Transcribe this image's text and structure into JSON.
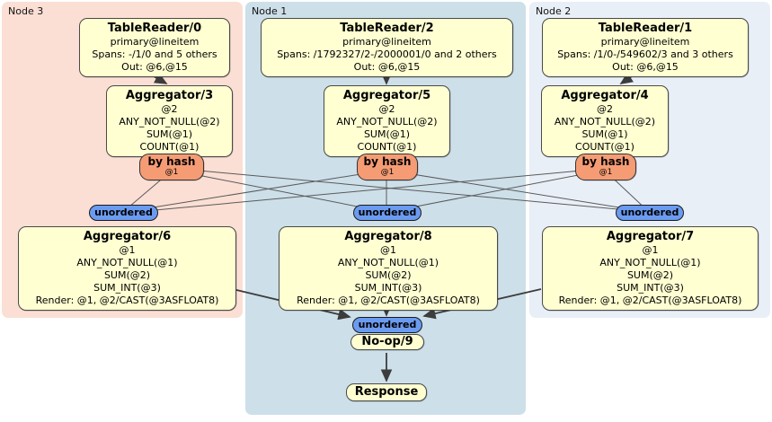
{
  "diagram_title": "distsql-plan",
  "nodes": {
    "node3": {
      "label": "Node 3"
    },
    "node1": {
      "label": "Node 1"
    },
    "node2": {
      "label": "Node 2"
    }
  },
  "processors": {
    "tablereader0": {
      "title": "TableReader/0",
      "lines": [
        "primary@lineitem",
        "Spans: -/1/0 and 5 others",
        "Out: @6,@15"
      ]
    },
    "tablereader2": {
      "title": "TableReader/2",
      "lines": [
        "primary@lineitem",
        "Spans: /1792327/2-/2000001/0 and 2 others",
        "Out: @6,@15"
      ]
    },
    "tablereader1": {
      "title": "TableReader/1",
      "lines": [
        "primary@lineitem",
        "Spans: /1/0-/549602/3 and 3 others",
        "Out: @6,@15"
      ]
    },
    "aggregator3": {
      "title": "Aggregator/3",
      "lines": [
        "@2",
        "ANY_NOT_NULL(@2)",
        "SUM(@1)",
        "COUNT(@1)"
      ]
    },
    "aggregator5": {
      "title": "Aggregator/5",
      "lines": [
        "@2",
        "ANY_NOT_NULL(@2)",
        "SUM(@1)",
        "COUNT(@1)"
      ]
    },
    "aggregator4": {
      "title": "Aggregator/4",
      "lines": [
        "@2",
        "ANY_NOT_NULL(@2)",
        "SUM(@1)",
        "COUNT(@1)"
      ]
    },
    "aggregator6": {
      "title": "Aggregator/6",
      "lines": [
        "@1",
        "ANY_NOT_NULL(@1)",
        "SUM(@2)",
        "SUM_INT(@3)",
        "Render: @1, @2/CAST(@3ASFLOAT8)"
      ]
    },
    "aggregator8": {
      "title": "Aggregator/8",
      "lines": [
        "@1",
        "ANY_NOT_NULL(@1)",
        "SUM(@2)",
        "SUM_INT(@3)",
        "Render: @1, @2/CAST(@3ASFLOAT8)"
      ]
    },
    "aggregator7": {
      "title": "Aggregator/7",
      "lines": [
        "@1",
        "ANY_NOT_NULL(@1)",
        "SUM(@2)",
        "SUM_INT(@3)",
        "Render: @1, @2/CAST(@3ASFLOAT8)"
      ]
    },
    "noop9": {
      "title": "No-op/9"
    },
    "response": {
      "title": "Response"
    }
  },
  "routers": {
    "by_hash_label": "by hash",
    "by_hash_sub": "@1",
    "unordered_label": "unordered"
  },
  "colors": {
    "node3-bg": "#fbdfd4",
    "node1-bg": "#cddfe9",
    "node2-bg": "#e9eff7",
    "box-bg": "#ffffd2",
    "box-border": "#4a4a4a",
    "router-bg": "#f59c74",
    "sync-bg": "#6b9bf0",
    "edge": "#3c3c3c"
  }
}
